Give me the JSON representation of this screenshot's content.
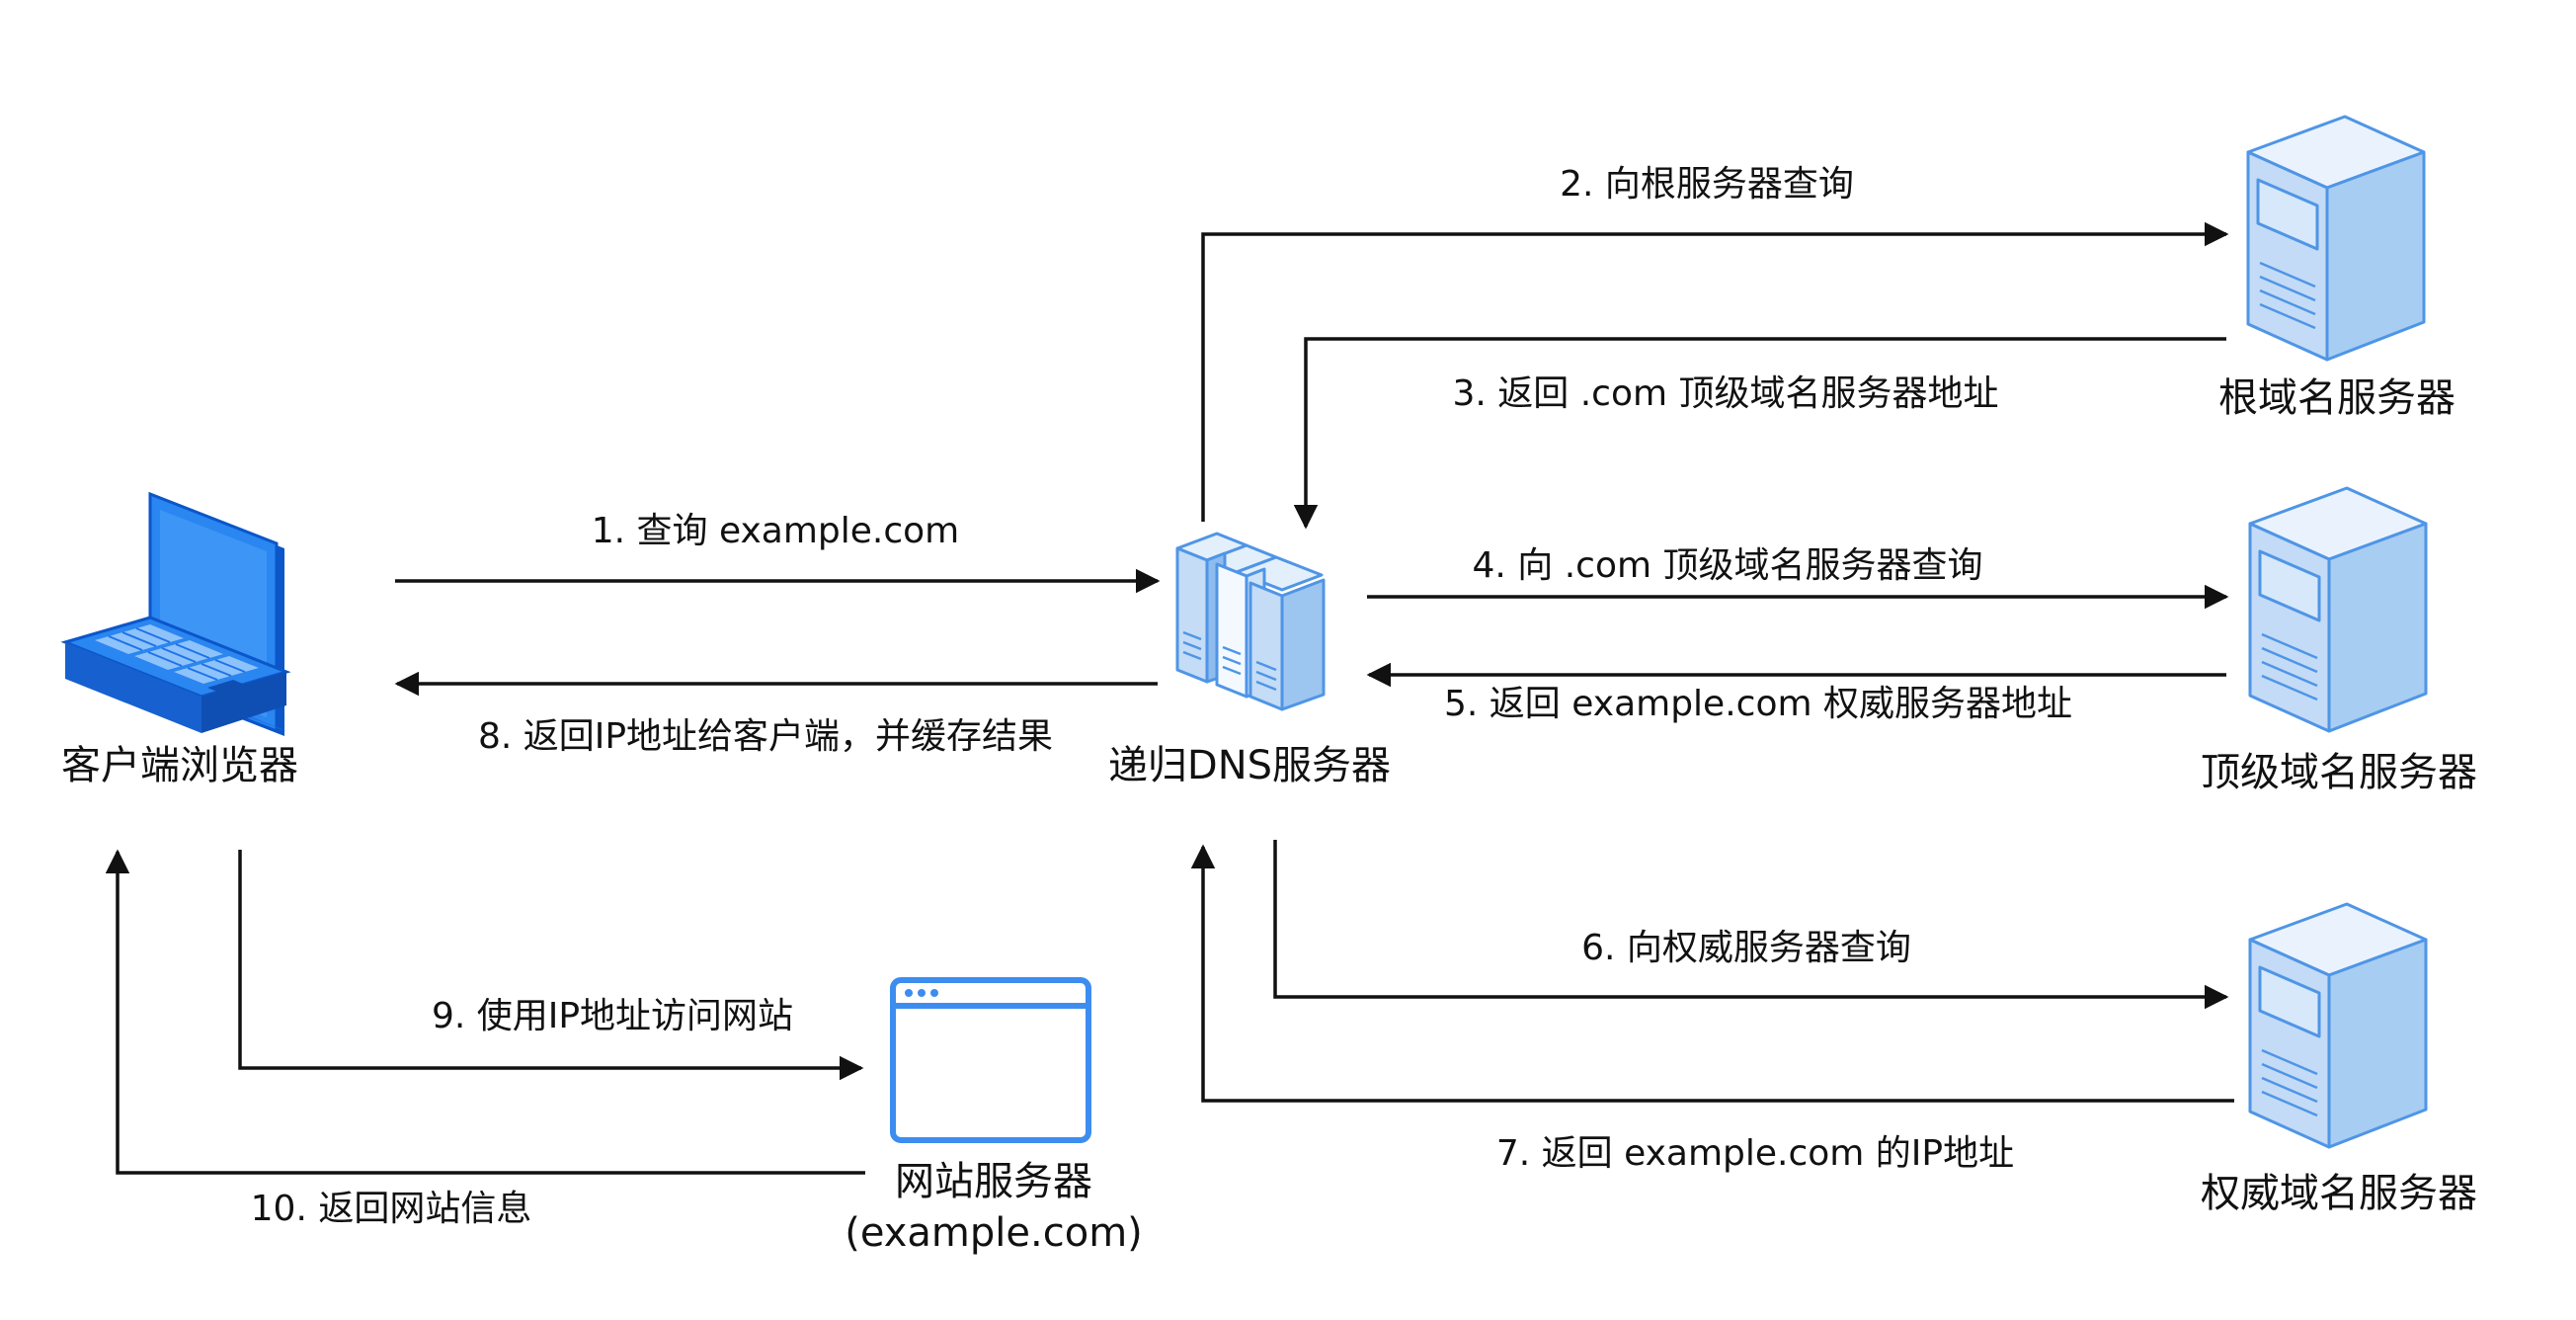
{
  "nodes": {
    "client": {
      "label": "客户端浏览器",
      "icon": "laptop-icon"
    },
    "resolver": {
      "label": "递归DNS服务器",
      "icon": "server-rack-icon"
    },
    "root": {
      "label": "根域名服务器",
      "icon": "server-tower-icon"
    },
    "tld": {
      "label": "顶级域名服务器",
      "icon": "server-tower-icon"
    },
    "authoritative": {
      "label": "权威域名服务器",
      "icon": "server-tower-icon"
    },
    "website": {
      "label_line1": "网站服务器",
      "label_line2": "(example.com)",
      "icon": "browser-window-icon"
    }
  },
  "steps": [
    "1. 查询 example.com",
    "2. 向根服务器查询",
    "3. 返回 .com 顶级域名服务器地址",
    "4. 向 .com 顶级域名服务器查询",
    "5. 返回 example.com 权威服务器地址",
    "6. 向权威服务器查询",
    "7. 返回 example.com 的IP地址",
    "8. 返回IP地址给客户端，并缓存结果",
    "9. 使用IP地址访问网站",
    "10. 返回网站信息"
  ],
  "colors": {
    "icon_blue": "#1e73e8",
    "icon_light": "#bcd8f6",
    "icon_stroke": "#4f95e6",
    "arrow": "#111111"
  }
}
